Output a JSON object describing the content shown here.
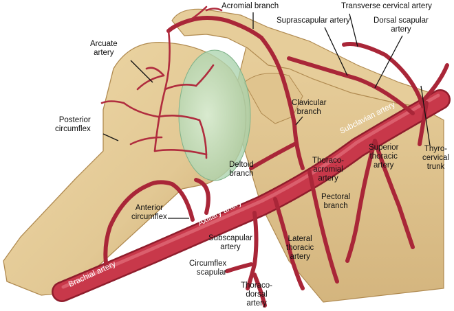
{
  "colors": {
    "background": "#ffffff",
    "bone": "#e2c894",
    "bone_shadow": "#c9a66a",
    "bone_outline": "#b08a50",
    "artery": "#c8384a",
    "artery_dark": "#8f1d2c",
    "artery_highlight": "#e2707c",
    "joint_capsule": "#bfe0c0",
    "label_text": "#111111",
    "vessel_label_text": "#ffffff"
  },
  "labels": {
    "acromial_branch": "Acromial branch",
    "transverse_cervical_artery": "Transverse cervical artery",
    "suprascapular_artery": "Suprascapular artery",
    "dorsal_scapular_artery": "Dorsal scapular\nartery",
    "arcuate_artery": "Arcuate\nartery",
    "posterior_circumflex": "Posterior\ncircumflex",
    "clavicular_branch": "Clavicular\nbranch",
    "subclavian_artery": "Subclavian artery",
    "superior_thoracic_artery": "Superior\nthoracic\nartery",
    "thyrocervical_trunk": "Thyro-\ncervical\ntrunk",
    "deltoid_branch": "Deltoid\nbranch",
    "thoracoacromial_artery": "Thoraco-\nacromial\nartery",
    "pectoral_branch": "Pectoral\nbranch",
    "anterior_circumflex": "Anterior\ncircumflex",
    "axillary_artery": "Axillary artery",
    "subscapular_artery": "Subscapular\nartery",
    "lateral_thoracic_artery": "Lateral\nthoracic\nartery",
    "circumflex_scapular": "Circumflex\nscapular",
    "brachial_artery": "Brachial artery",
    "thoracodorsal_artery": "Thoraco-\ndorsal\nartery"
  }
}
